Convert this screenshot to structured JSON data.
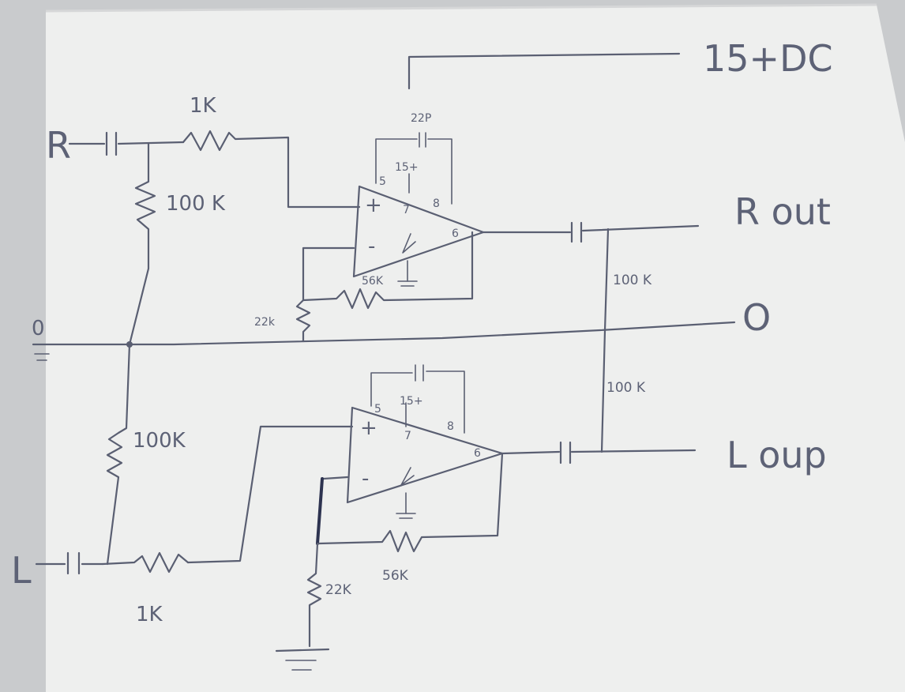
{
  "labels": {
    "supply": "15+DC",
    "r_in": "R",
    "l_in": "L",
    "r_out": "R out",
    "l_out": "L oup",
    "ground_right": "O",
    "ground_left": "0",
    "r_series_res": "1K",
    "l_series_res": "1K",
    "r_bias_res": "100 K",
    "l_bias_res": "100K",
    "r_out_res": "100 K",
    "l_out_res": "100 K",
    "r_feedback_res": "56K",
    "l_feedback_res": "56K",
    "r_gnd_res": "22k",
    "l_gnd_res": "22K",
    "cap_22p": "22P",
    "top_pin5": "5",
    "top_pin15": "15+",
    "top_pin8": "8",
    "top_pin7": "7",
    "top_pin6": "6",
    "top_plus": "+",
    "top_minus": "-",
    "bot_pin5": "5",
    "bot_pin15": "15+",
    "bot_pin8": "8",
    "bot_pin7": "7",
    "bot_pin6": "6",
    "bot_plus": "+",
    "bot_minus": "-"
  }
}
